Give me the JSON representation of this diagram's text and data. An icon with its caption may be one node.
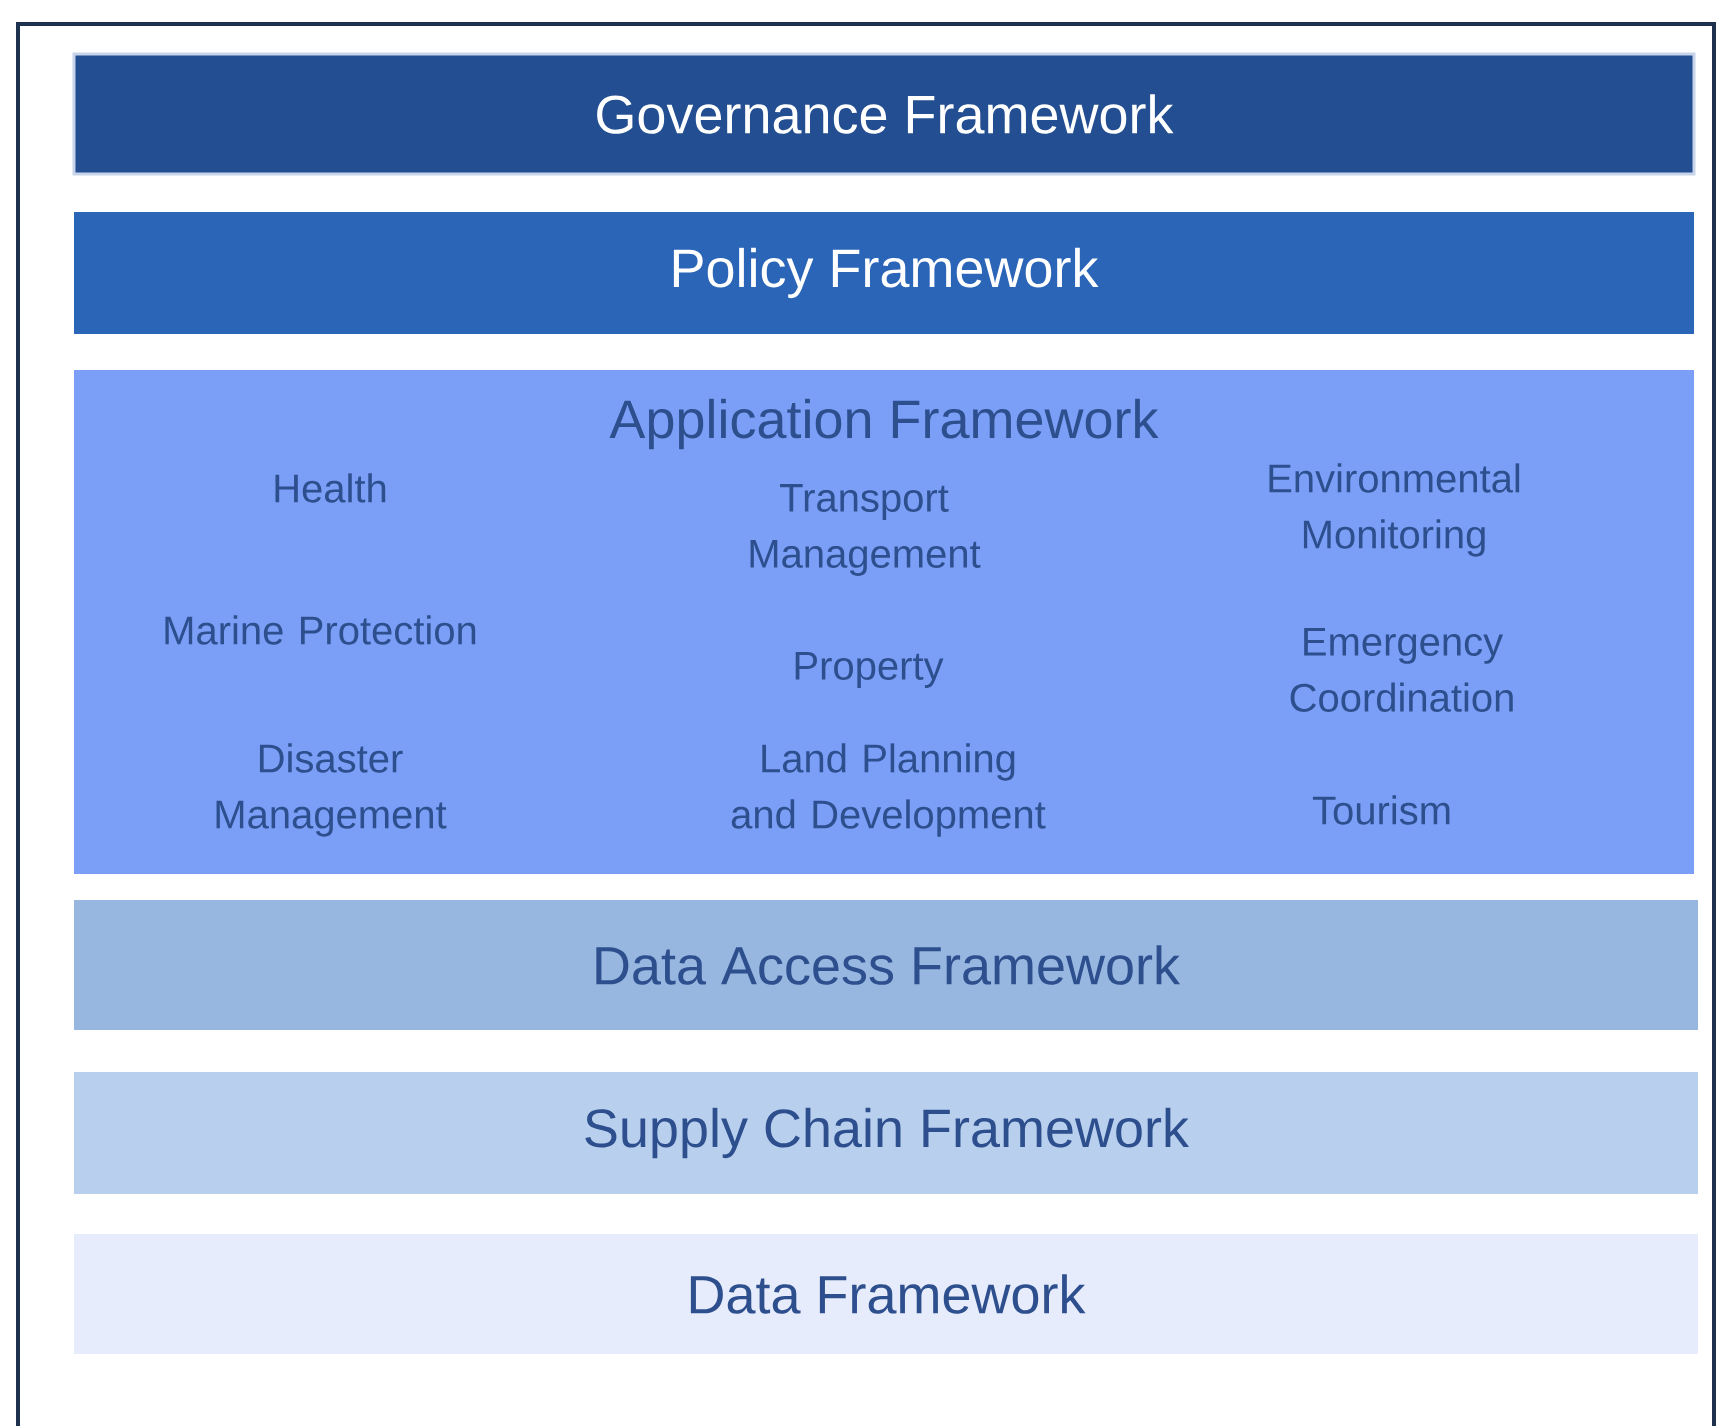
{
  "diagram": {
    "nodes": [
      {
        "text": [
          "Governance  Framework"
        ]
      },
      {
        "text": [
          "Policy Framework"
        ]
      },
      {
        "text": [
          "Application Framework",
          "Health",
          "Transport Management",
          "Environmental Monitoring",
          "Marine Protection",
          "Property",
          "Emergency Coordination",
          "Disaster Management",
          "Land Planning and Development",
          "Tourism"
        ]
      },
      {
        "text": [
          "Data Access Framework"
        ]
      },
      {
        "text": [
          "Supply Chain Framework"
        ]
      },
      {
        "text": [
          "Data Framework"
        ]
      }
    ]
  }
}
